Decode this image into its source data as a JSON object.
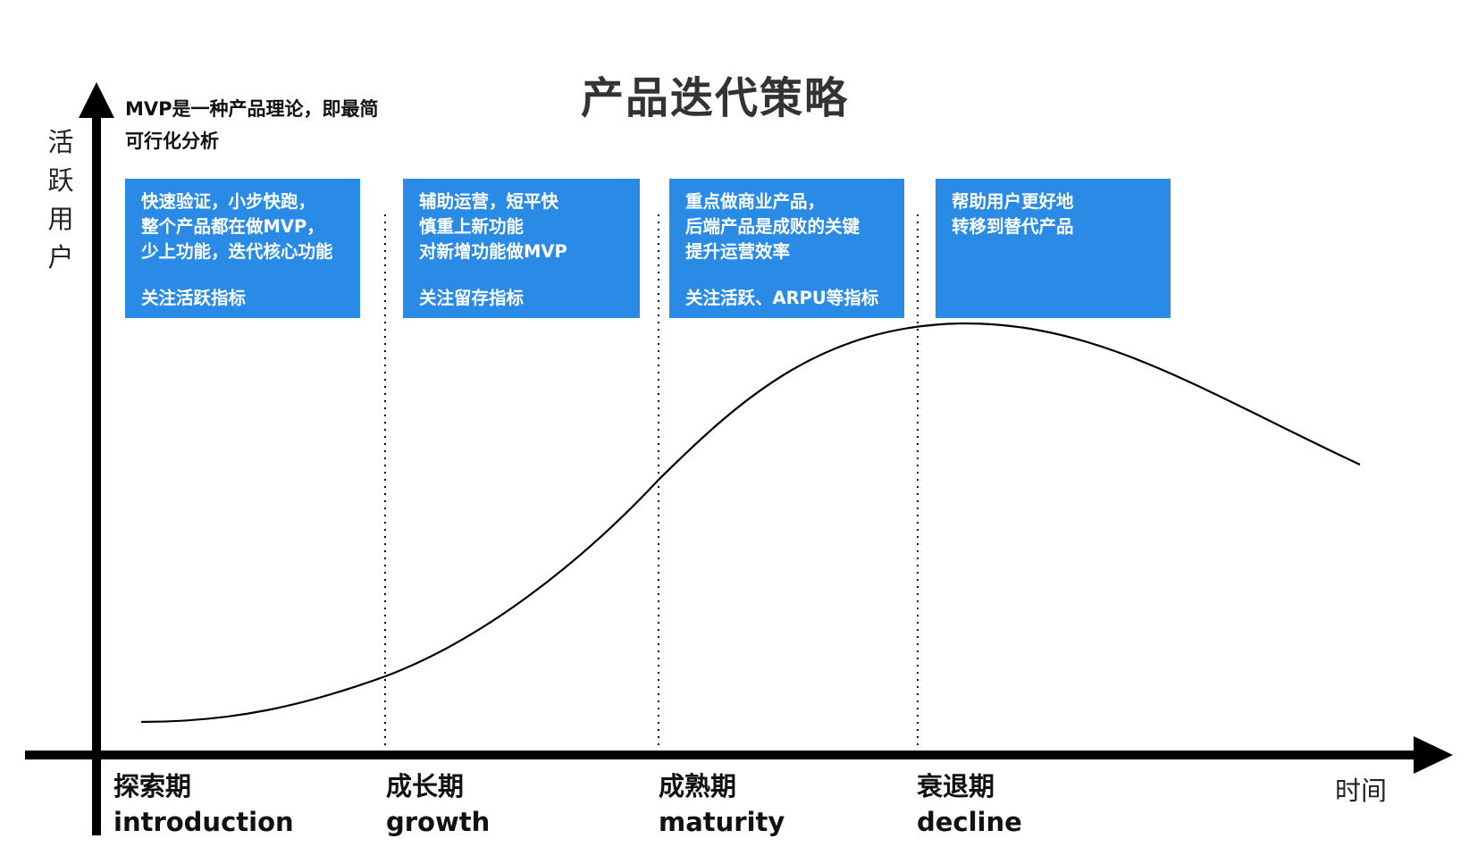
{
  "chart_data": {
    "type": "line",
    "title": "产品迭代策略",
    "xlabel": "时间",
    "ylabel": "活跃用户",
    "note": "MVP是一种产品理论，即最简可行化分析",
    "curve_shape": "product-life-cycle (rise, peak in decline stage, fall)",
    "stages": [
      {
        "name_cn": "探索期",
        "name_en": "introduction",
        "strategy": [
          "快速验证，小步快跑，",
          "整个产品都在做MVP，",
          "少上功能，迭代核心功能"
        ],
        "focus": "关注活跃指标"
      },
      {
        "name_cn": "成长期",
        "name_en": "growth",
        "strategy": [
          "辅助运营，短平快",
          "慎重上新功能",
          "对新增功能做MVP"
        ],
        "focus": "关注留存指标"
      },
      {
        "name_cn": "成熟期",
        "name_en": "maturity",
        "strategy": [
          "重点做商业产品，",
          "后端产品是成败的关键",
          "提升运营效率"
        ],
        "focus": "关注活跃、ARPU等指标"
      },
      {
        "name_cn": "衰退期",
        "name_en": "decline",
        "strategy": [
          "帮助用户更好地",
          "转移到替代产品"
        ],
        "focus": ""
      }
    ]
  },
  "colors": {
    "box_fill": "#2a8be6",
    "box_text": "#ffffff",
    "axis": "#000000",
    "curve": "#000000",
    "title": "#333333"
  },
  "icons": {
    "y_axis_arrow": "up-arrow-icon",
    "x_axis_arrow": "right-arrow-icon"
  }
}
